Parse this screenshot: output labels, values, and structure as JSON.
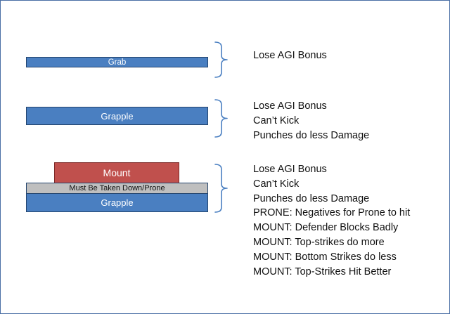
{
  "groups": [
    {
      "bars": {
        "grab": "Grab"
      },
      "notes": [
        "Lose AGI Bonus"
      ]
    },
    {
      "bars": {
        "grapple": "Grapple"
      },
      "notes": [
        "Lose AGI Bonus",
        "Can’t Kick",
        "Punches do less Damage"
      ]
    },
    {
      "bars": {
        "mount": "Mount",
        "prone": "Must Be Taken Down/Prone",
        "grapple": "Grapple"
      },
      "notes": [
        "Lose AGI Bonus",
        "Can’t Kick",
        "Punches do less Damage",
        "PRONE: Negatives for Prone to hit",
        "MOUNT: Defender Blocks Badly",
        "MOUNT: Top-strikes do more",
        "MOUNT: Bottom Strikes do less",
        "MOUNT: Top-Strikes Hit Better"
      ]
    }
  ]
}
